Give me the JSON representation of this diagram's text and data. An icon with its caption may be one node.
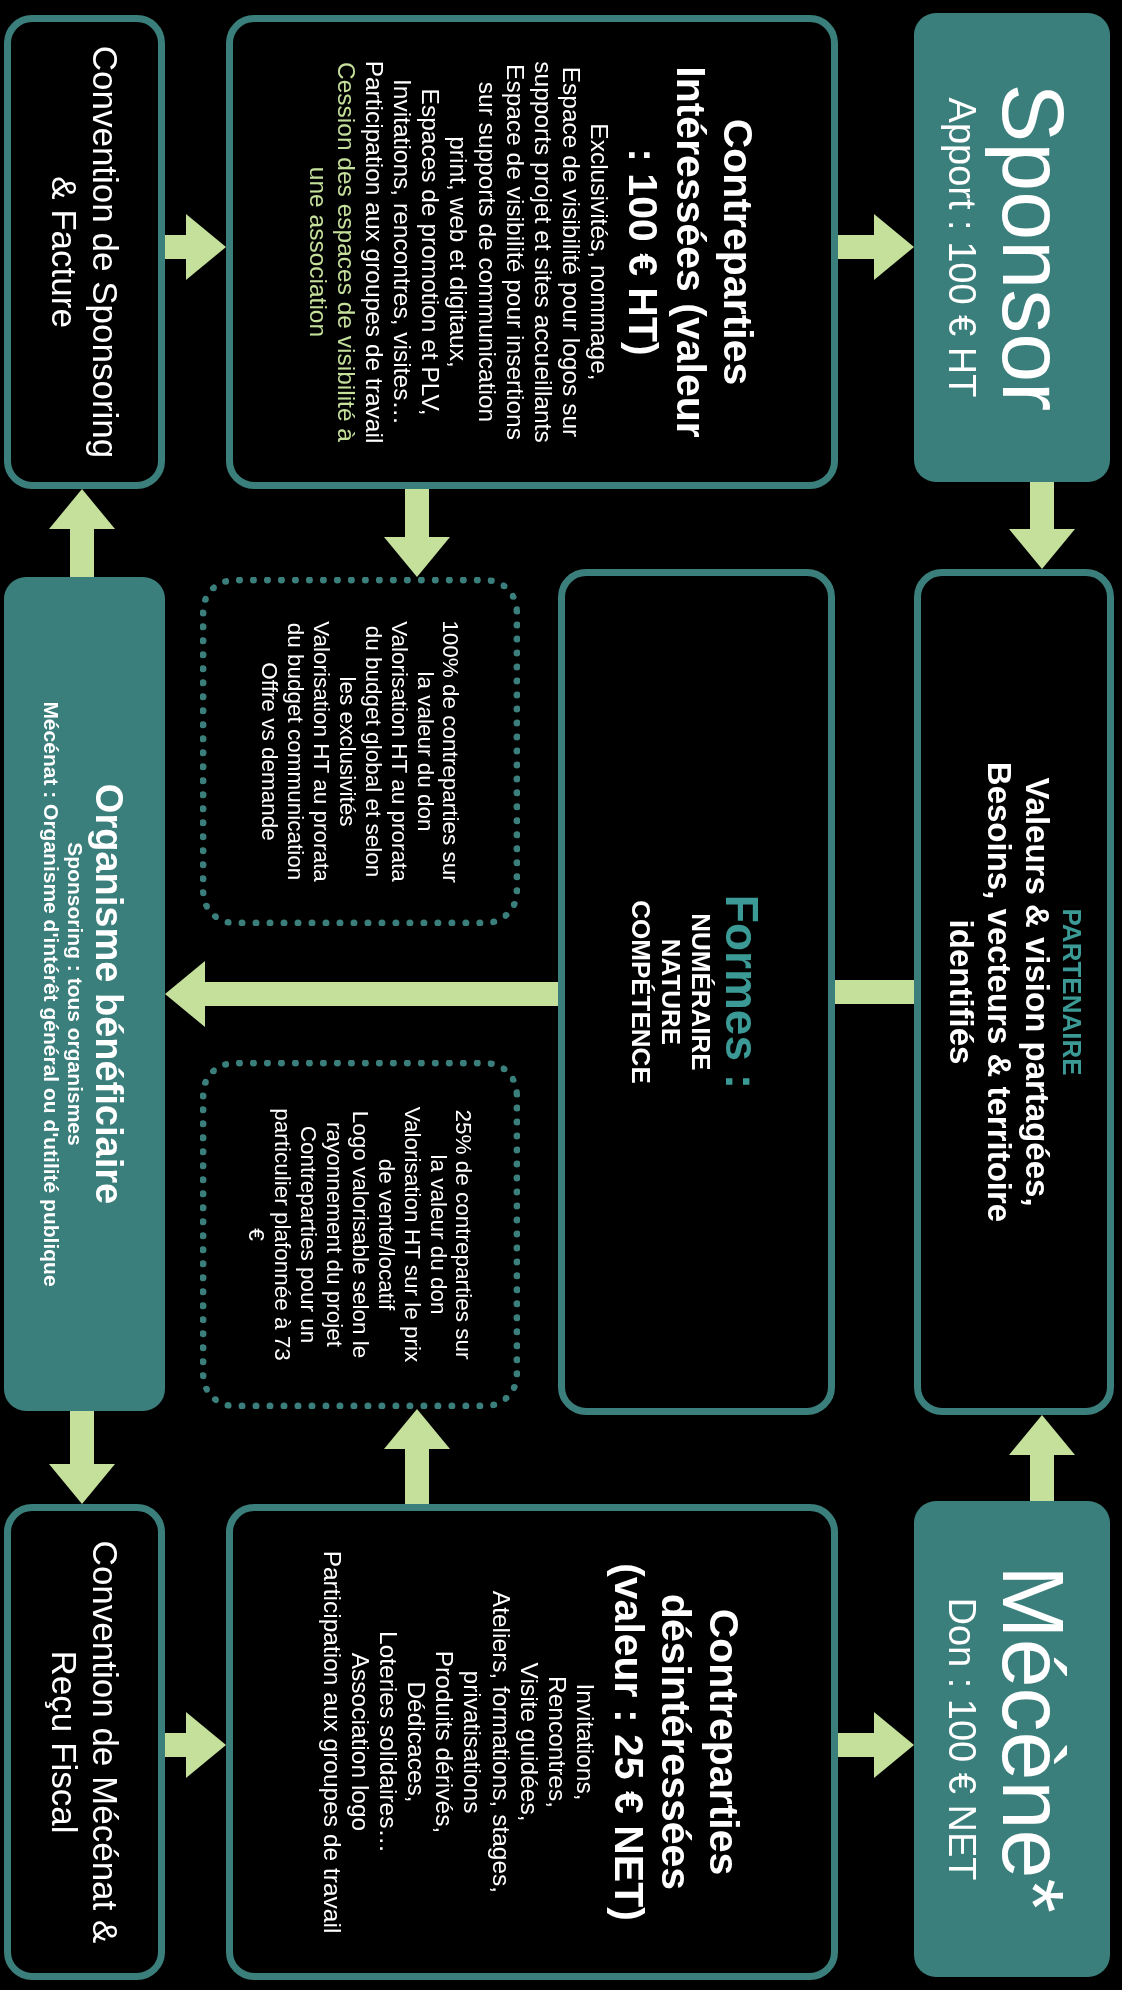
{
  "diagram": {
    "nodes": [
      {
        "text": [
          "Sponsor",
          "Apport : 100 € HT"
        ]
      },
      {
        "text": [
          "PARTENAIRE",
          "Valeurs & vision partagées, Besoins, vecteurs & territoire identifiés"
        ]
      },
      {
        "text": [
          "Mécène*",
          "Don : 100 € NET"
        ]
      },
      {
        "text": [
          "Contreparties Intéressées (valeur : 100 € HT)",
          "Exclusivités, nommage,",
          "Espace de visibilité pour logos sur supports projet et sites accueillants",
          "Espace de visibilité pour insertions sur supports de communication print, web et digitaux,",
          "Espaces de promotion et PLV,",
          "Invitations, rencontres, visites…",
          "Participation aux groupes de travail",
          "Cession des espaces de visibilité à une association"
        ]
      },
      {
        "text": [
          "Formes :",
          "NUMÉRAIRE",
          "NATURE",
          "COMPÉTENCE"
        ]
      },
      {
        "text": [
          "100% de contreparties sur la valeur du don",
          "Valorisation HT au prorata du budget global et selon les exclusivités",
          "Valorisation HT au prorata du budget communication",
          "Offre vs demande"
        ]
      },
      {
        "text": [
          "25% de contreparties sur la valeur du don",
          "Valorisation HT sur le prix de vente/locatif",
          "Logo valorisable selon le rayonnement du projet",
          "Contreparties pour un particulier plafonnée à 73 €"
        ]
      },
      {
        "text": [
          "Contreparties désintéressées (valeur : 25 € NET)",
          "Invitations,",
          "Rencontres,",
          "Visite guidées,",
          "Ateliers, formations, stages, privatisations",
          "Produits dérivés,",
          "Dédicaces,",
          "Loteries solidaires…",
          "Association logo",
          "Participation aux groupes de travail"
        ]
      },
      {
        "text": [
          "Convention de Sponsoring & Facture"
        ]
      },
      {
        "text": [
          "Organisme bénéficiaire",
          "Sponsoring : tous organismes",
          "Mécénat : Organisme d'intérêt général ou d'utilité publique"
        ]
      },
      {
        "text": [
          "Convention de Mécénat & Reçu Fiscal"
        ]
      }
    ],
    "edges": [
      {
        "from": 0,
        "to": 1,
        "arrow": "to"
      },
      {
        "from": 2,
        "to": 1,
        "arrow": "to"
      },
      {
        "from": 1,
        "to": 4,
        "arrow": "none"
      },
      {
        "from": 4,
        "to": 9,
        "arrow": "to"
      },
      {
        "from": 3,
        "to": 0,
        "arrow": "to"
      },
      {
        "from": 7,
        "to": 2,
        "arrow": "to"
      },
      {
        "from": 3,
        "to": 5,
        "arrow": "to"
      },
      {
        "from": 7,
        "to": 6,
        "arrow": "to"
      },
      {
        "from": 8,
        "to": 3,
        "arrow": "to"
      },
      {
        "from": 10,
        "to": 7,
        "arrow": "to"
      },
      {
        "from": 9,
        "to": 8,
        "arrow": "to"
      },
      {
        "from": 9,
        "to": 10,
        "arrow": "to"
      }
    ]
  }
}
